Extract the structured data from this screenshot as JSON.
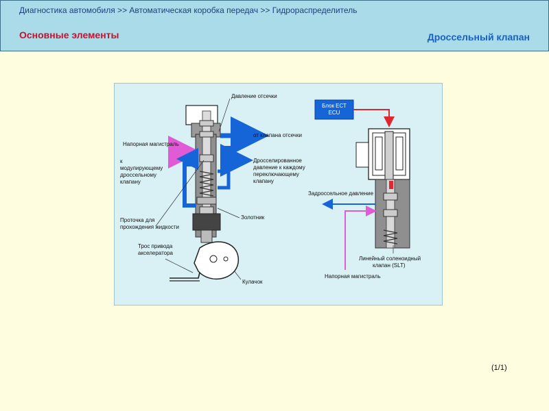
{
  "header": {
    "breadcrumb": "Диагностика автомобиля >> Автоматическая коробка передач >> Гидрораспределитель",
    "section_title": "Основные элементы",
    "topic_title": "Дроссельный клапан"
  },
  "diagram": {
    "labels": {
      "cutoff_pressure": "Давление отсечки",
      "pressure_line_left": "Напорная магистраль",
      "from_cutoff_valve": "от клапана отсечки",
      "to_modulating_1": "к",
      "to_modulating_2": "модулирующему",
      "to_modulating_3": "дроссельному",
      "to_modulating_4": "клапану",
      "throttled_1": "Дросселированное",
      "throttled_2": "давление к каждому",
      "throttled_3": "переключающему",
      "throttled_4": "клапану",
      "groove_1": "Проточка для",
      "groove_2": "прохождения жидкости",
      "spool": "Золотник",
      "cable_1": "Трос привода",
      "cable_2": "акселератора",
      "cam": "Кулачок",
      "ecu_1": "Блок ЕСТ",
      "ecu_2": "ECU",
      "throttle_pressure": "Задроссельное давление",
      "slt_1": "Линейный соленоидный",
      "slt_2": "клапан (SLT)",
      "pressure_line_right": "Напорная магистраль"
    }
  },
  "footer": {
    "page": "(1/1)"
  },
  "colors": {
    "pipe": "#1565d8",
    "arrow_red": "#e0262e",
    "arrow_pink": "#e25bd6",
    "body": "#8f8f8f"
  }
}
